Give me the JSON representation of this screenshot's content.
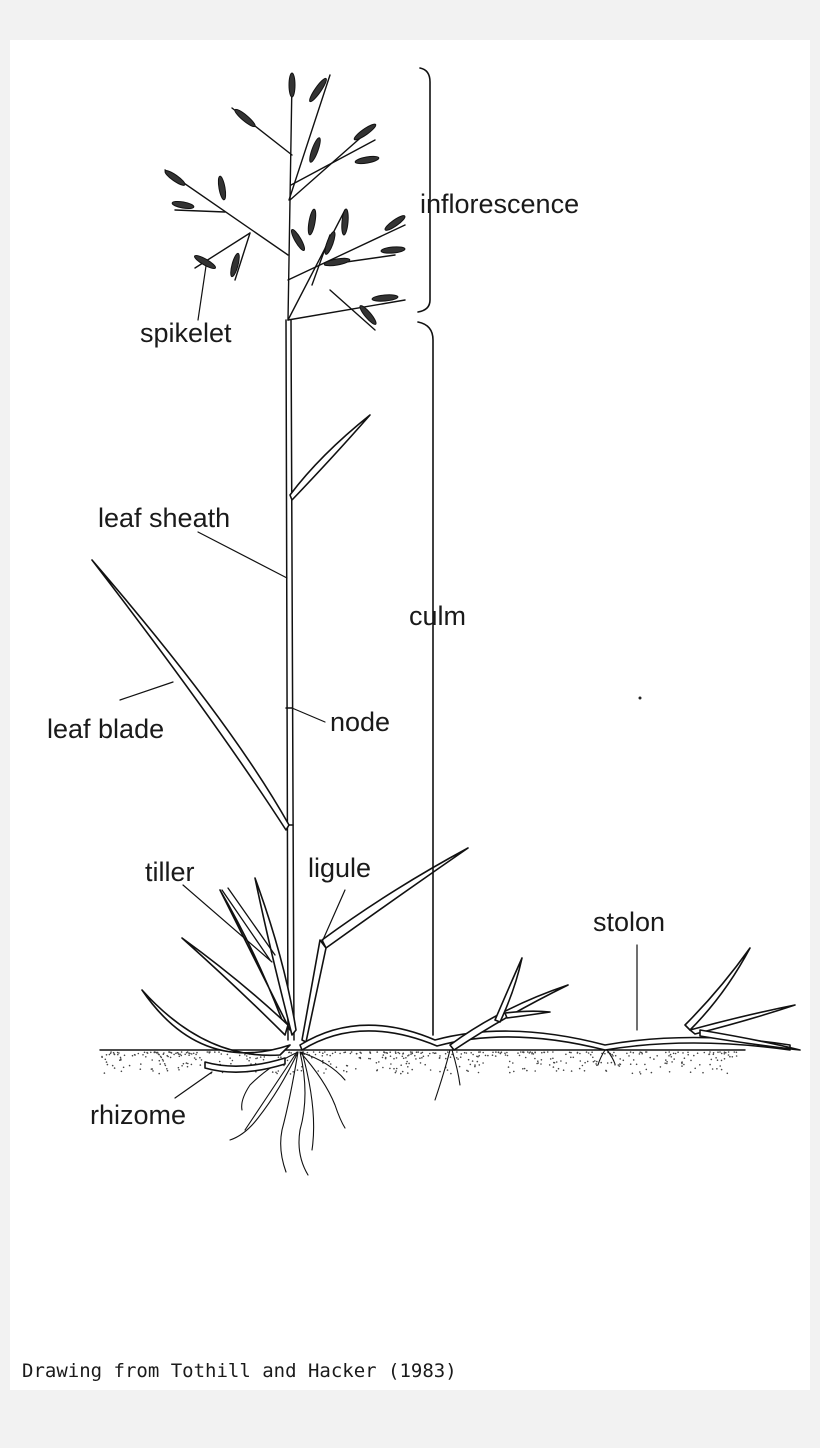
{
  "labels": {
    "inflorescence": "inflorescence",
    "spikelet": "spikelet",
    "leaf_sheath": "leaf sheath",
    "culm": "culm",
    "leaf_blade": "leaf blade",
    "node": "node",
    "tiller": "tiller",
    "ligule": "ligule",
    "stolon": "stolon",
    "rhizome": "rhizome"
  },
  "caption": "Drawing from Tothill and Hacker (1983)"
}
